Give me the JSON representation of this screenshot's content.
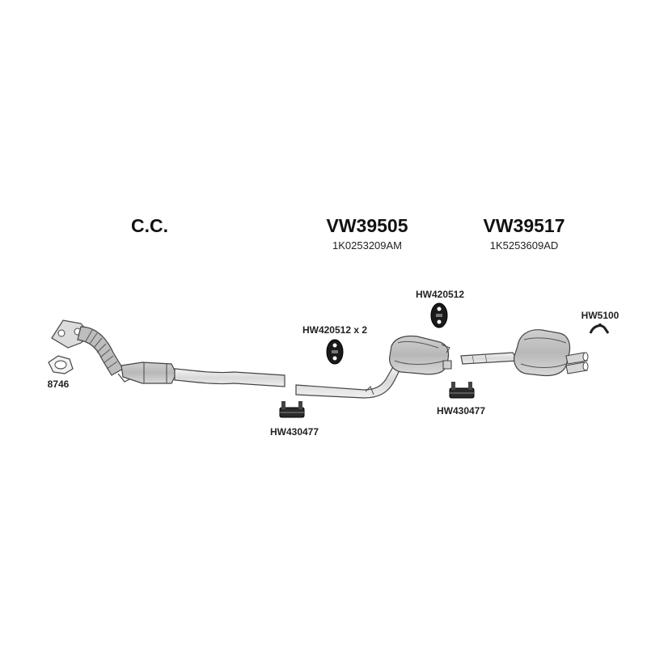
{
  "sections": [
    {
      "title": "C.C."
    },
    {
      "title": "VW39505",
      "subtitle": "1K0253209AM"
    },
    {
      "title": "VW39517",
      "subtitle": "1K5253609AD"
    }
  ],
  "parts": {
    "gasket": "8746",
    "mount_pair": "HW420512 x 2",
    "mount_single": "HW420512",
    "hanger": "HW5100",
    "clamp_left": "HW430477",
    "clamp_right": "HW430477"
  },
  "colors": {
    "stroke": "#444444",
    "fill_light": "#e6e6e6",
    "fill_dark": "#1a1a1a"
  }
}
